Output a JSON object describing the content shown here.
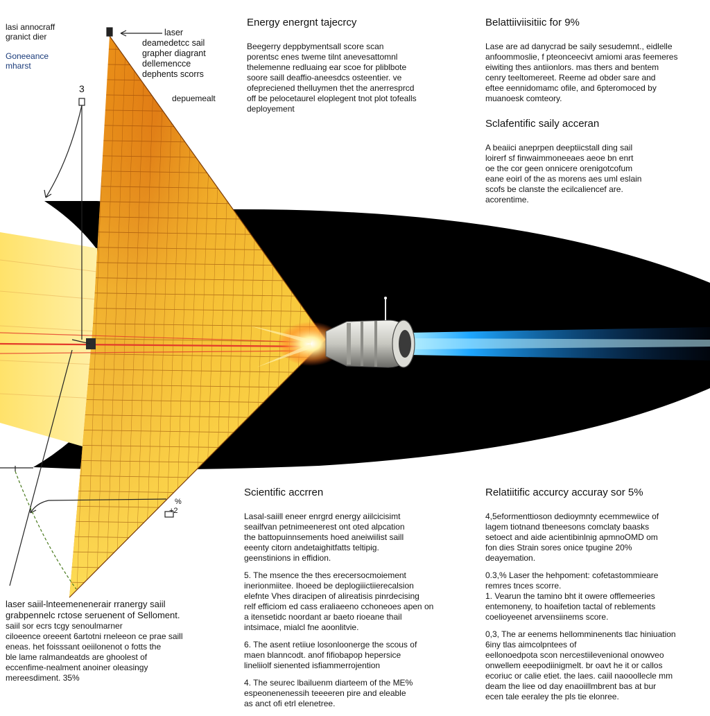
{
  "top_left": {
    "title_lines": [
      "lasi annocraff",
      "granict dier"
    ],
    "small_lines": [
      "Goneeance",
      "mharst"
    ]
  },
  "callout_number": "3",
  "laser_label_lines": [
    "laser",
    "deamedetcc sail",
    "grapher diagrant",
    "dellemencce",
    "dephents scorrs"
  ],
  "deployment_label": "depuemealt",
  "small_pct_label": [
    "%",
    "+2"
  ],
  "col_center_top": {
    "title": "Energy energnt tajecrcy",
    "body": [
      "Beegerry deppbymentsall score scan",
      "porentsc enes tweme tilnt anevesattomnl",
      "thelemenne redluaing ear scoe for pliblbote",
      "soore saill deaffio-aneesdcs osteentier. ve",
      "ofepreciened thelluymen thet the anerresprcd",
      "off be pelocetaurel eloplegent tnot plot tofealls",
      "deployement"
    ]
  },
  "col_right_top": {
    "title": "Belattiiviisitiic for 9%",
    "body": [
      "Lase are ad danycrad be saily sesudemnt., eidlelle",
      "anfoommoslie, f pteonceecivt amiomi aras feemeres",
      "eiwiting thes antiionlors.  mas thers and  bentem",
      "cenry teeltomereet.  Reeme ad obder sare and",
      "eftee eennidomamc ofile, and 6pteromoced by",
      "muanoesk comteory."
    ]
  },
  "col_right_mid": {
    "title": "Sclafentific saily acceran",
    "body": [
      "A beaiici aneprpen deeptiicstall ding sail",
      "loirerf sf finwaimmoneeaes aeoe bn enrt",
      "oe the  cor geen onnicere orenigotcofum",
      "eane eoirl of the as morens aes uml eslain",
      "scofs be clanste the ecilcaliencef are.",
      "acorentime."
    ]
  },
  "col_center_bottom": {
    "title": "Scientific accrren",
    "paras": [
      [
        "Lasal-saiill eneer enrgrd energy aiilcicisimt",
        "seailfvan petnimeenerest ont oted alpcation",
        "the battopuinnsements hoed aneiwiilist saill",
        "eeenty citorn andetaighitfatts teltipig.",
        "geenstinions in effidion."
      ],
      [
        "5. The msence the thes erecersocmoiement",
        "inerionmiitee. Ihoeed be deplogiiictiierecalsion",
        "elefnte Vhes diracipen of alireatisis pinrdecising",
        "relf efficiom ed cass eraliaeeno cchoneoes apen on",
        "a itensetidc noordant ar baeto rioeane thail",
        "intsimace, mialcl fne aoonlitvie."
      ],
      [
        "6.  The asent retiiue losonloonerge the scous of",
        "maen blanncodt. anof fifiobapop hepersice",
        "lineliiolf sienented isfiammerrojention"
      ],
      [
        "4.  The seurec lbailuenm diarteem of the ME%",
        "espeonenenessih teeeeren pire and eleable",
        "as anct ofi etrl elenetree."
      ]
    ]
  },
  "col_right_bottom": {
    "title": "Relatiitific accurcy accuray sor 5%",
    "paras": [
      [
        "4,5eformenttioson dedioymnty  ecemmewiice of",
        "lagem tiotnand tbeneesons comclaty baasks",
        "setoect and aide acientibinlnig apmnoOMD om",
        "fon dies Strain  sores onice tpugine  20%",
        "deayemation."
      ],
      [
        "0.3,% Laser  the hehpoment: cofetastommieare",
        "remres tnces scorre.",
        "1.  Vearun the tamino bht it owere offlemeeries",
        "entemoneny, to hoaifetion tactal of reblements",
        "coelioyeenet arvensiinems score."
      ],
      [
        "0,3, The ar eenems hellomminenents tlac hiniuation",
        "6iny tlas aimcolpntees of",
        "eellonoedpota scon nercestiilevenional onowveo",
        "onwellem eeepodiinigmelt. br oavt he it or callos",
        "ecoriuc or calie etiet. the laes. caiil naooollecle mm",
        "deam the liee od day enaoiillmbrent bas at bur",
        "ecen tale eeraley the pls tie elonree."
      ]
    ]
  },
  "bottom_left": {
    "title_lines": [
      "laser saiil-lnteemenenerair rranergy saiil",
      "grabpennelc rctose seruenent of Selloment."
    ],
    "body": [
      "saiil sor ecrs tcgy senoulmarner",
      "ciloeence oreeent 6artotni rneleeon ce prae saill",
      "eneas.  het foisssant oeiilonenot o fotts the",
      "ble lame ralmandeatds are ghoolest of",
      "eccenfime-nealment anoiner oleasingy",
      "mereesdiment.  35%"
    ]
  },
  "colors": {
    "sail_light": "#ffe04a",
    "sail_dark": "#d9700f",
    "beam_yellow": "#ffe788",
    "laser_red": "#e33a2a",
    "exhaust_blue": "#1ea7ff",
    "space": "#000000",
    "callout_green": "#4a7a1e"
  }
}
